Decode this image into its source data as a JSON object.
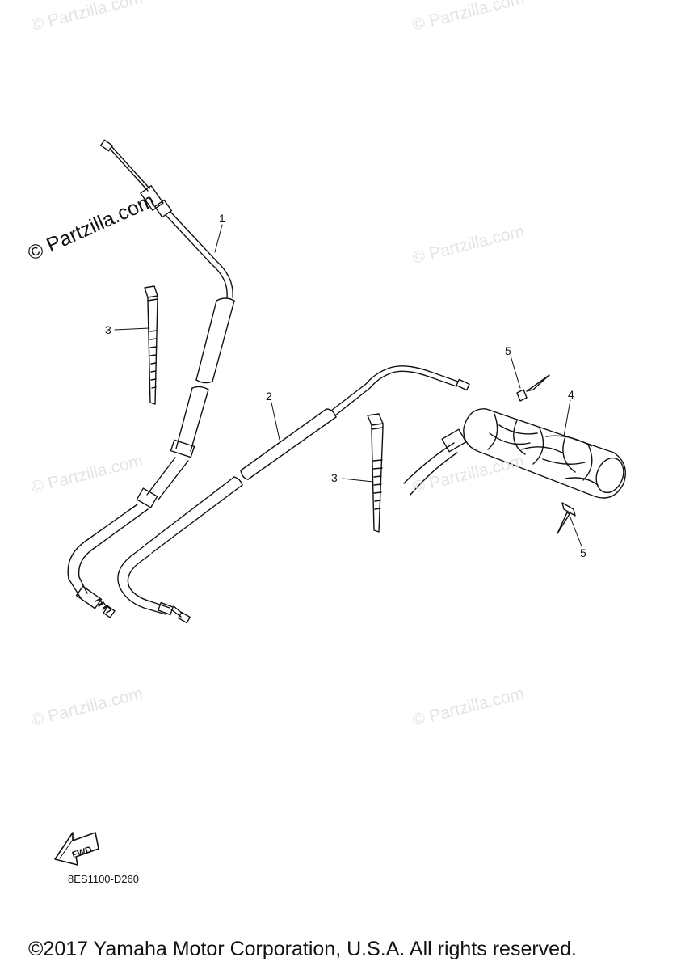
{
  "watermarks": {
    "main": "© Partzilla.com",
    "faint": "© Partzilla.com"
  },
  "callouts": {
    "c1": "1",
    "c2": "2",
    "c3a": "3",
    "c3b": "3",
    "c4": "4",
    "c5a": "5",
    "c5b": "5"
  },
  "fwd_label": "FWD",
  "reference_code": "8ES1100-D260",
  "copyright": "©2017 Yamaha Motor Corporation, U.S.A. All rights reserved."
}
